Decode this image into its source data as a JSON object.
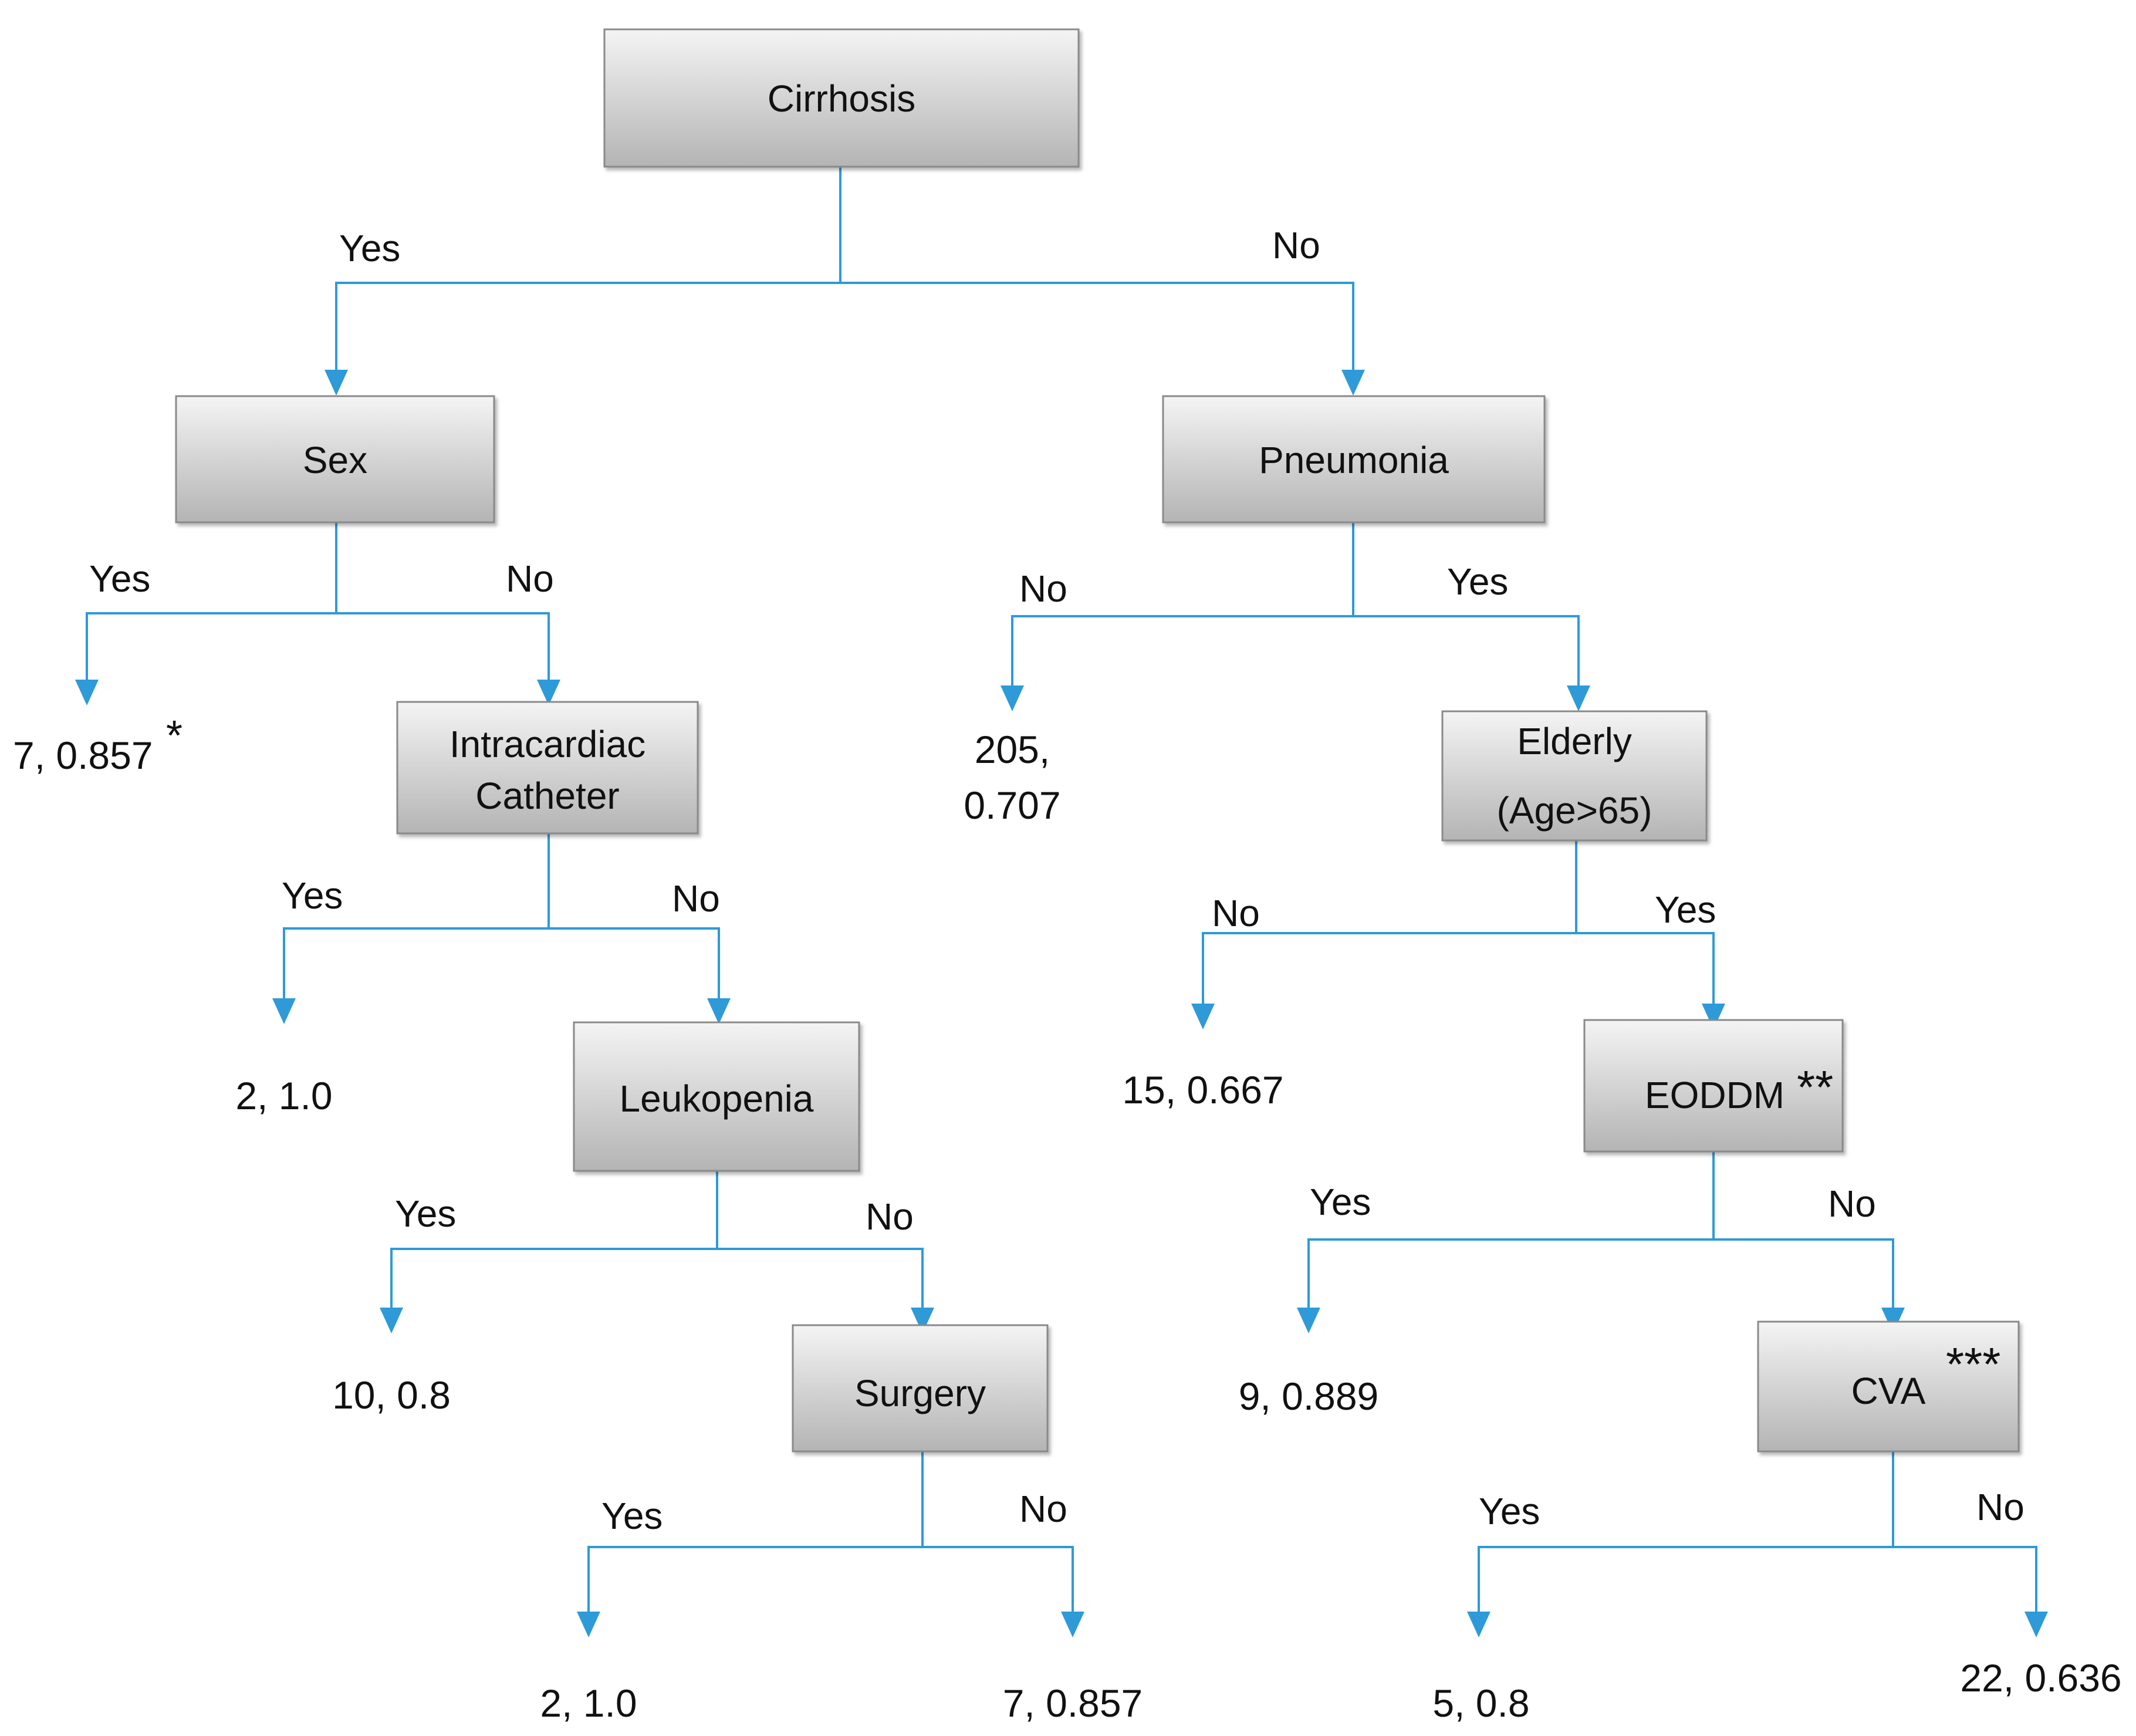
{
  "colors": {
    "edge": "#2E9AD8",
    "node_fill_top": "#F4F4F4",
    "node_fill_bottom": "#B4B4B4",
    "node_border": "#8A8A8A",
    "text": "#111111"
  },
  "nodes": {
    "cirrhosis": "Cirrhosis",
    "sex": "Sex",
    "pneumonia": "Pneumonia",
    "intracardiac_l1": "Intracardiac",
    "intracardiac_l2": "Catheter",
    "elderly_l1": "Elderly",
    "elderly_l2": "(Age>65)",
    "leukopenia": "Leukopenia",
    "eoddm": "EODDM",
    "eoddm_mark": "**",
    "surgery": "Surgery",
    "cva": "CVA",
    "cva_mark": "***"
  },
  "edge_labels": {
    "cirrhosis_yes": "Yes",
    "cirrhosis_no": "No",
    "sex_yes": "Yes",
    "sex_no": "No",
    "pneumonia_no": "No",
    "pneumonia_yes": "Yes",
    "intracardiac_yes": "Yes",
    "intracardiac_no": "No",
    "elderly_no": "No",
    "elderly_yes": "Yes",
    "leukopenia_yes": "Yes",
    "leukopenia_no": "No",
    "eoddm_yes": "Yes",
    "eoddm_no": "No",
    "surgery_yes": "Yes",
    "surgery_no": "No",
    "cva_yes": "Yes",
    "cva_no": "No"
  },
  "leaves": {
    "sex_yes": "7, 0.857",
    "sex_yes_mark": "*",
    "pneumonia_no_l1": "205,",
    "pneumonia_no_l2": "0.707",
    "intracardiac_yes": "2, 1.0",
    "elderly_no": "15, 0.667",
    "leukopenia_yes": "10, 0.8",
    "eoddm_yes": "9, 0.889",
    "surgery_yes": "2, 1.0",
    "surgery_no": "7, 0.857",
    "cva_yes": "5, 0.8",
    "cva_no": "22, 0.636"
  }
}
